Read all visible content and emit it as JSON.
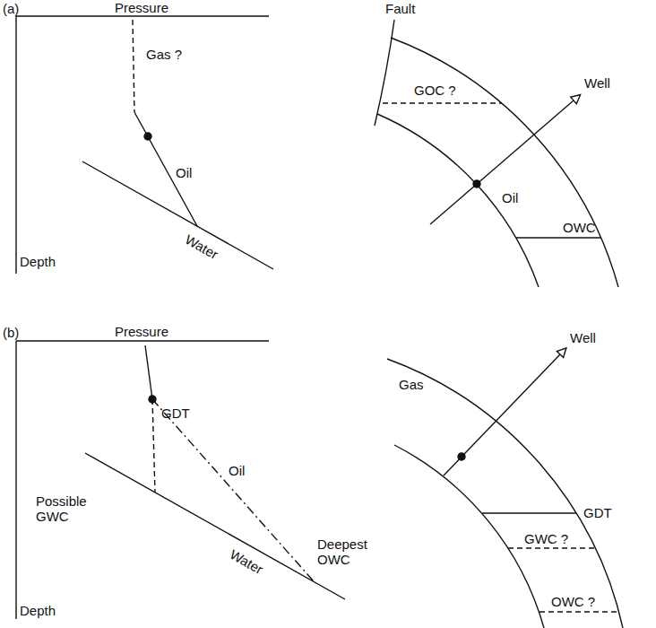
{
  "diagram": {
    "labels": [
      "(a)",
      "Pressure",
      "Gas ?",
      "Oil",
      "Water",
      "Depth",
      "Fault",
      "GOC ?",
      "Well",
      "Oil",
      "OWC",
      "(b)",
      "Pressure",
      "GDT",
      "Oil",
      "Possible GWC",
      "Water",
      "Deepest OWC",
      "Depth",
      "Well",
      "Gas",
      "GDT",
      "GWC ?",
      "OWC ?"
    ]
  }
}
